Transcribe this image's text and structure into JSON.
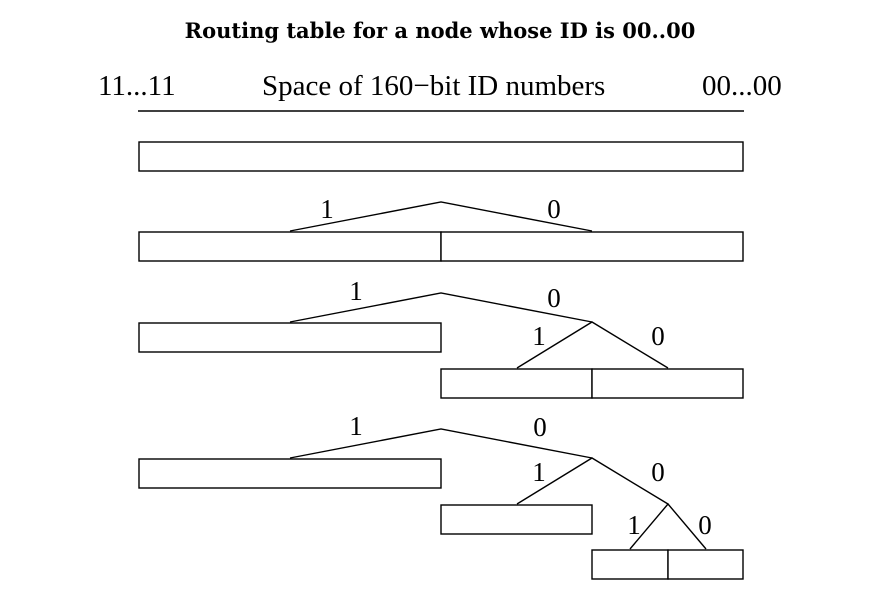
{
  "title": "Routing table for a node whose ID is 00..00",
  "id_space": {
    "left_label": "11...11",
    "center_label": "Space of 160−bit ID numbers",
    "right_label": "00...00"
  },
  "trees": [
    {
      "root_labels": []
    },
    {
      "edge_labels": [
        "1",
        "0"
      ]
    },
    {
      "edge_labels": [
        "1",
        "0",
        "1",
        "0"
      ]
    },
    {
      "edge_labels": [
        "1",
        "0",
        "1",
        "0",
        "1",
        "0"
      ]
    }
  ]
}
